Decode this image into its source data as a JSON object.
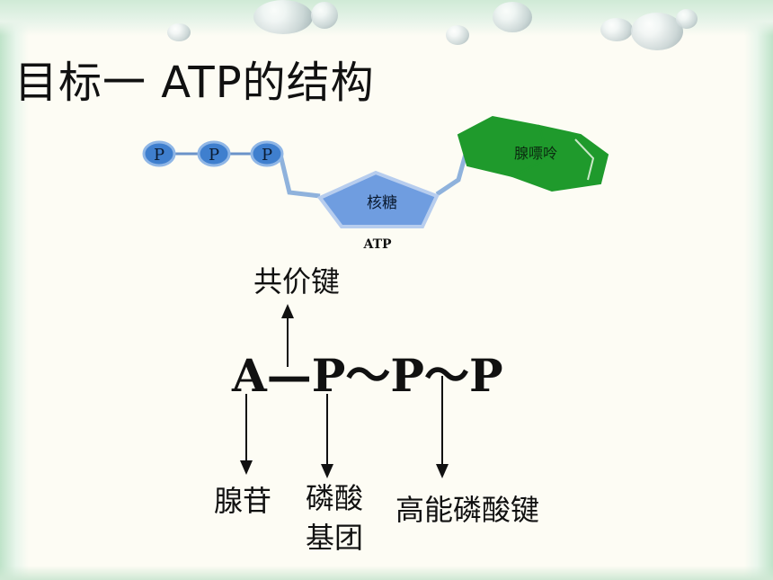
{
  "title": "目标一   ATP的结构",
  "structure": {
    "phosphates": [
      "P",
      "P",
      "P"
    ],
    "ribose_label": "核糖",
    "adenine_label": "腺嘌呤",
    "caption": "ATP"
  },
  "formula": {
    "text": "A—P～P～P",
    "covalent_bond": "共价键",
    "adenosine": "腺苷",
    "phosphate_group": "磷酸\n基团",
    "high_energy_bond": "高能磷酸键"
  },
  "colors": {
    "phosphate": "#3f7fce",
    "ribose": "#6f9de0",
    "adenine": "#1f9a2c"
  }
}
